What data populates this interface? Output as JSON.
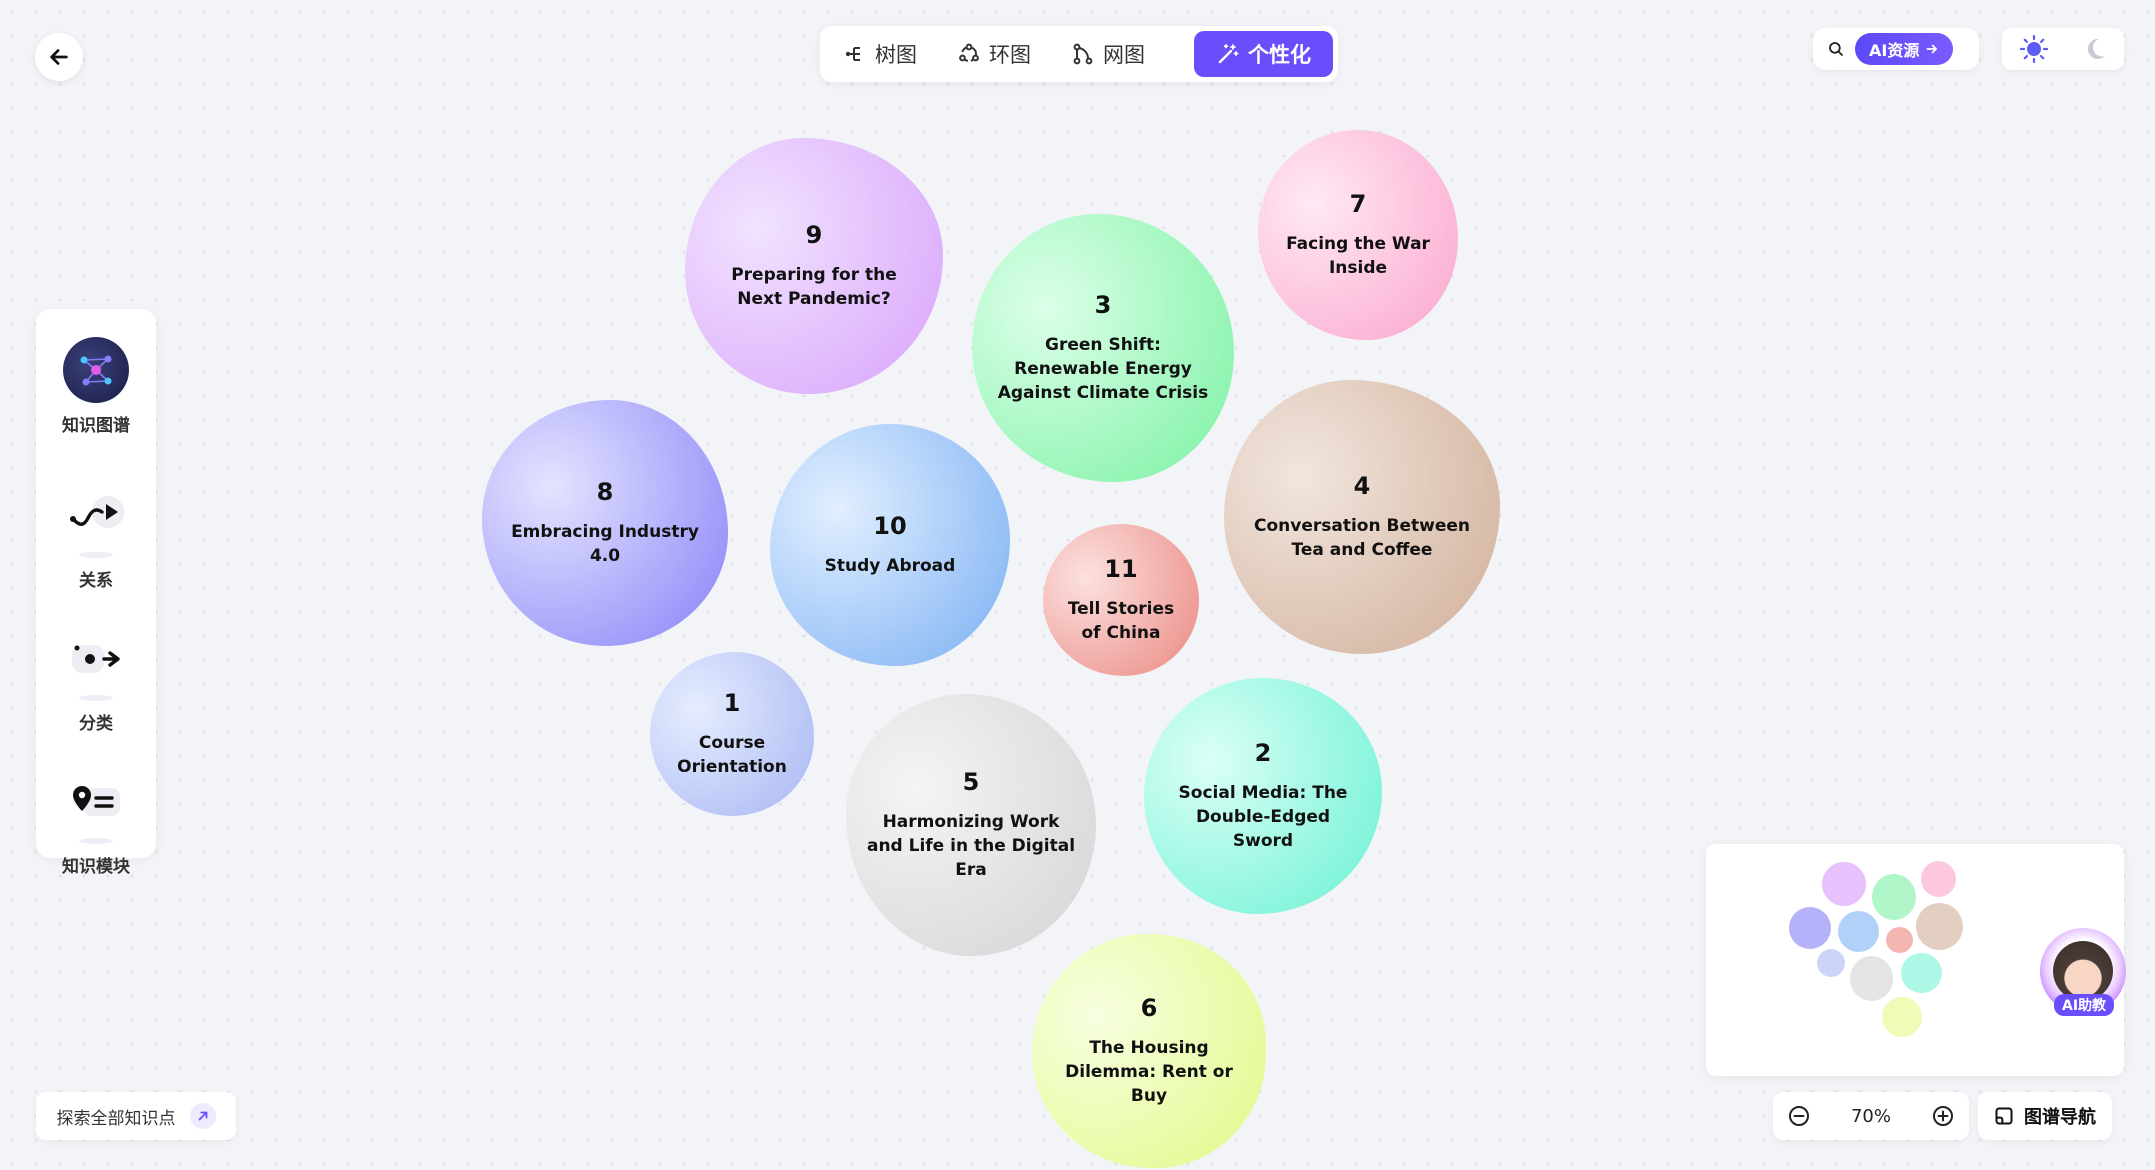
{
  "toolbar": {
    "tabs": [
      {
        "label": "树图",
        "icon": "tree-icon"
      },
      {
        "label": "环图",
        "icon": "ring-icon"
      },
      {
        "label": "网图",
        "icon": "network-icon"
      },
      {
        "label": "个性化",
        "icon": "magic-wand-icon",
        "active": true
      }
    ],
    "ai_resource_label": "AI资源"
  },
  "sidebar": {
    "items": [
      {
        "label": "知识图谱",
        "icon": "knowledge-graph-icon"
      },
      {
        "label": "关系",
        "icon": "relation-icon"
      },
      {
        "label": "分类",
        "icon": "category-icon"
      },
      {
        "label": "知识模块",
        "icon": "module-icon"
      }
    ]
  },
  "bubbles": [
    {
      "num": "9",
      "title": "Preparing for the Next Pandemic?",
      "color_a": "#f1e3ff",
      "color_b": "#d9a5fb"
    },
    {
      "num": "3",
      "title": "Green Shift: Renewable Energy Against Climate Crisis",
      "color_a": "#dcffe8",
      "color_b": "#7ff2a6"
    },
    {
      "num": "7",
      "title": "Facing the War Inside",
      "color_a": "#ffe9f3",
      "color_b": "#fba8cf"
    },
    {
      "num": "8",
      "title": "Embracing Industry 4.0",
      "color_a": "#e3e4ff",
      "color_b": "#8d86f8"
    },
    {
      "num": "10",
      "title": "Study Abroad",
      "color_a": "#e2efff",
      "color_b": "#7fb2f4"
    },
    {
      "num": "4",
      "title": "Conversation Between Tea and Coffee",
      "color_a": "#f1e6de",
      "color_b": "#d2b09b"
    },
    {
      "num": "11",
      "title": "Tell Stories of China",
      "color_a": "#fbe1df",
      "color_b": "#ec8c86"
    },
    {
      "num": "1",
      "title": "Course Orientation",
      "color_a": "#e6edff",
      "color_b": "#aab9f3"
    },
    {
      "num": "5",
      "title": "Harmonizing Work and Life in the Digital Era",
      "color_a": "#f4f4f4",
      "color_b": "#d5d5d5"
    },
    {
      "num": "2",
      "title": "Social Media: The Double-Edged Sword",
      "color_a": "#dbfff6",
      "color_b": "#6ef2d5"
    },
    {
      "num": "6",
      "title": "The Housing Dilemma: Rent or Buy",
      "color_a": "#f7ffe0",
      "color_b": "#e3f98b"
    }
  ],
  "explore": {
    "label": "探索全部知识点"
  },
  "zoom": {
    "value": "70%"
  },
  "nav": {
    "label": "图谱导航"
  },
  "ai_helper": {
    "label": "AI助教"
  },
  "colors": {
    "accent": "#6a4dfb"
  }
}
